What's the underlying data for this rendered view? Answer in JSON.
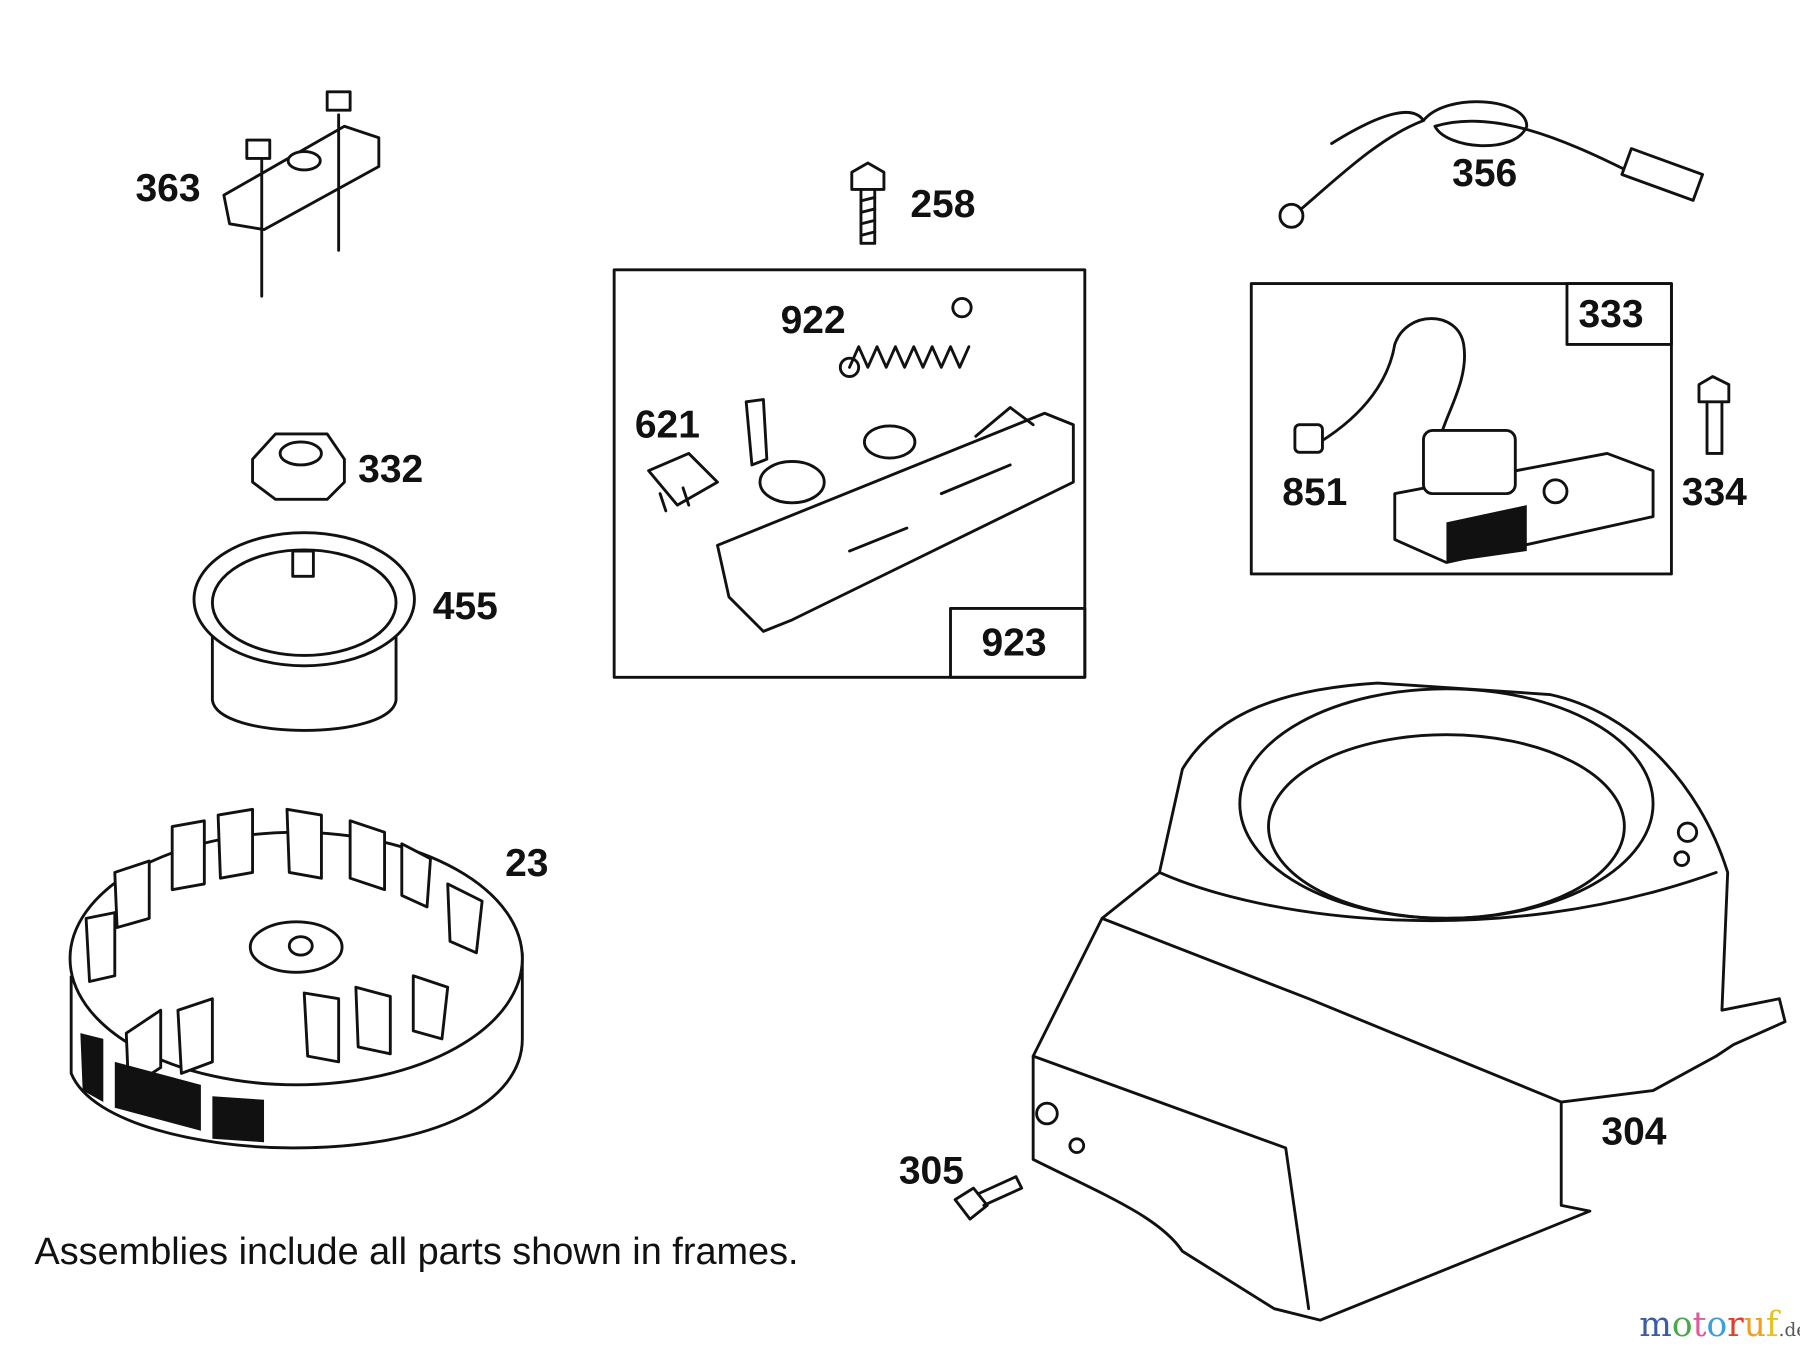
{
  "parts": [
    {
      "id": "363",
      "label": "363"
    },
    {
      "id": "258",
      "label": "258"
    },
    {
      "id": "356",
      "label": "356"
    },
    {
      "id": "922",
      "label": "922"
    },
    {
      "id": "621",
      "label": "621"
    },
    {
      "id": "923",
      "label": "923"
    },
    {
      "id": "333",
      "label": "333"
    },
    {
      "id": "851",
      "label": "851"
    },
    {
      "id": "334",
      "label": "334"
    },
    {
      "id": "332",
      "label": "332"
    },
    {
      "id": "455",
      "label": "455"
    },
    {
      "id": "23",
      "label": "23"
    },
    {
      "id": "304",
      "label": "304"
    },
    {
      "id": "305",
      "label": "305"
    }
  ],
  "caption": "Assemblies include all parts shown in frames.",
  "watermark": {
    "brand": "motoruf",
    "tld": ".de",
    "colors": [
      "#3a5ca8",
      "#4aa84a",
      "#e05a9a",
      "#3aa0d8",
      "#e0402a",
      "#f0a020",
      "#e8c020"
    ]
  }
}
